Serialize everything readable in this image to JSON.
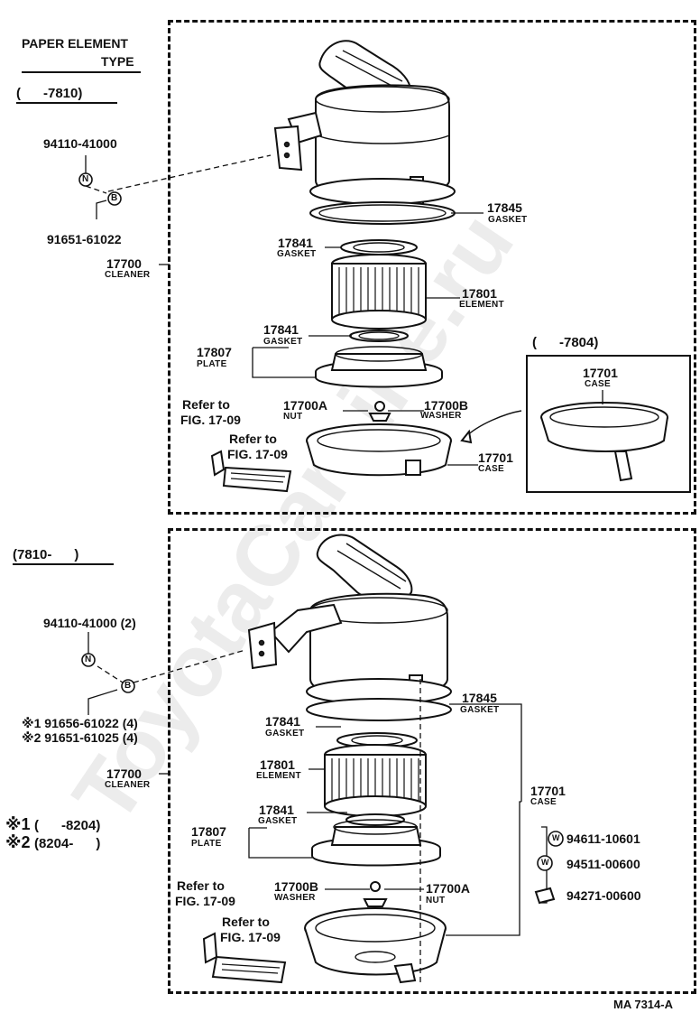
{
  "header": {
    "title_line1": "PAPER ELEMENT",
    "title_line2": "TYPE"
  },
  "top_section": {
    "range": "(      -7810)",
    "bolt_id": "94110-41000",
    "nut_letter": "N",
    "bolt_letter": "B",
    "washer_id": "91651-61022",
    "cleaner": {
      "num": "17700",
      "name": "CLEANER"
    },
    "gasket_upper": {
      "num": "17845",
      "name": "GASKET"
    },
    "gasket_a": {
      "num": "17841",
      "name": "GASKET"
    },
    "element": {
      "num": "17801",
      "name": "ELEMENT"
    },
    "gasket_b": {
      "num": "17841",
      "name": "GASKET"
    },
    "plate": {
      "num": "17807",
      "name": "PLATE"
    },
    "nut": {
      "num": "17700A",
      "name": "NUT"
    },
    "washer": {
      "num": "17700B",
      "name": "WASHER"
    },
    "case": {
      "num": "17701",
      "name": "CASE"
    },
    "refer_1": {
      "line1": "Refer to",
      "line2": "FIG. 17-09"
    },
    "refer_2": {
      "line1": "Refer to",
      "line2": "FIG. 17-09"
    },
    "inset": {
      "range": "(      -7804)",
      "case": {
        "num": "17701",
        "name": "CASE"
      }
    }
  },
  "bottom_section": {
    "range": "(7810-      )",
    "bolt_id": "94110-41000 (2)",
    "nut_letter": "N",
    "bolt_letter": "B",
    "washer_1": "※1 91656-61022 (4)",
    "washer_2": "※2 91651-61025 (4)",
    "note_1": {
      "mark": "※1",
      "range": "(      -8204)"
    },
    "note_2": {
      "mark": "※2",
      "range": "(8204-      )"
    },
    "cleaner": {
      "num": "17700",
      "name": "CLEANER"
    },
    "gasket_upper": {
      "num": "17845",
      "name": "GASKET"
    },
    "gasket_a": {
      "num": "17841",
      "name": "GASKET"
    },
    "element": {
      "num": "17801",
      "name": "ELEMENT"
    },
    "gasket_b": {
      "num": "17841",
      "name": "GASKET"
    },
    "plate": {
      "num": "17807",
      "name": "PLATE"
    },
    "washer": {
      "num": "17700B",
      "name": "WASHER"
    },
    "nut": {
      "num": "17700A",
      "name": "NUT"
    },
    "case": {
      "num": "17701",
      "name": "CASE"
    },
    "refer_1": {
      "line1": "Refer to",
      "line2": "FIG. 17-09"
    },
    "refer_2": {
      "line1": "Refer to",
      "line2": "FIG. 17-09"
    },
    "hardware": [
      {
        "letter": "W",
        "part": "94611-10601"
      },
      {
        "letter": "W",
        "part": "94511-00600"
      },
      {
        "letter": "",
        "part": "94271-00600"
      }
    ]
  },
  "footer": {
    "code": "MA 7314-A"
  },
  "watermark": "ToyotaCarLine.ru"
}
